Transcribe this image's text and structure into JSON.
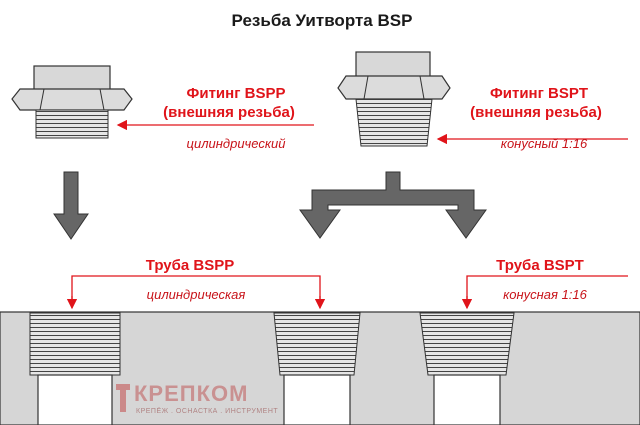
{
  "title": "Резьба Уитворта BSP",
  "fitting_bspp": {
    "line1": "Фитинг BSPP",
    "line2": "(внешняя резьба)",
    "thread_type": "цилиндрический"
  },
  "fitting_bspt": {
    "line1": "Фитинг BSPT",
    "line2": "(внешняя резьба)",
    "thread_type": "конусный 1:16"
  },
  "pipe_bspp": {
    "label": "Труба BSPP",
    "thread_type": "цилиндрическая"
  },
  "pipe_bspt": {
    "label": "Труба BSPT",
    "thread_type": "конусная 1:16"
  },
  "watermark": {
    "brand": "КРЕПКОМ",
    "tagline": "КРЕПЁЖ . ОСНАСТКА . ИНСТРУМЕНТ"
  },
  "colors": {
    "accent_red": "#e0141a",
    "arrow_gray": "#666666",
    "panel_gray": "#d6d6d6"
  }
}
